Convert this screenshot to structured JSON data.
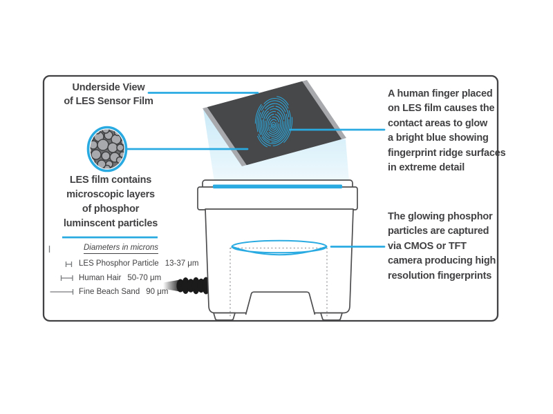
{
  "colors": {
    "accent": "#29ABE2",
    "text": "#414042",
    "film_dark": "#47484A",
    "film_edge": "#A7A9AC",
    "outline": "#4D4D4F",
    "dashed_gray": "#98999C",
    "cable_black": "#1B1B1B"
  },
  "title": {
    "line1": "Underside View",
    "line2": "of LES Sensor Film"
  },
  "left_note": {
    "lines": [
      "LES film contains",
      "microscopic layers",
      "of phosphor",
      "luminscent particles"
    ]
  },
  "right_note_top": {
    "lines": [
      "A human finger placed",
      "on LES film causes the",
      "contact areas to glow",
      "a bright blue showing",
      "fingerprint ridge surfaces",
      "in extreme detail"
    ]
  },
  "right_note_bottom": {
    "lines": [
      "The glowing phosphor",
      "particles are captured",
      "via CMOS or TFT",
      "camera producing high",
      "resolution fingerprints"
    ]
  },
  "legend": {
    "title": "Diameters in microns",
    "rows": [
      {
        "name": "LES Phosphor Particle",
        "value": "13-37 μm"
      },
      {
        "name": "Human Hair",
        "value": "50-70 μm"
      },
      {
        "name": "Fine Beach Sand",
        "value": "90 μm"
      }
    ]
  },
  "icons": {
    "fingerprint": "fingerprint-glyph",
    "particles": "phosphor-particle-cluster",
    "lens": "camera-lens-ellipse",
    "cable": "power-cable"
  }
}
